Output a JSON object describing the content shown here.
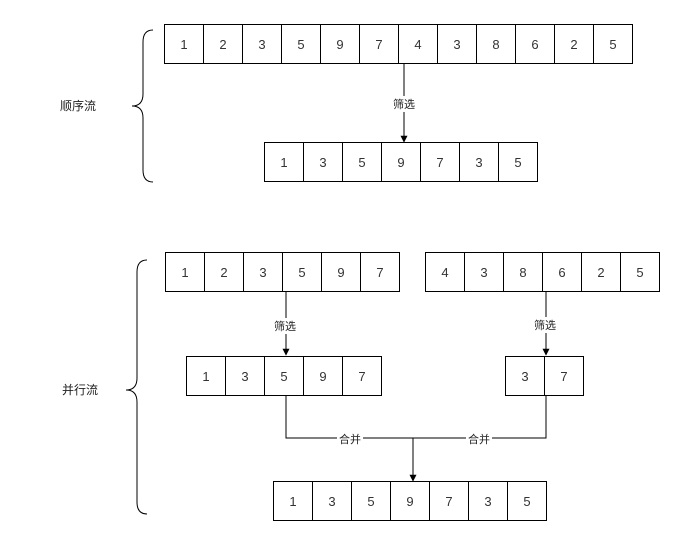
{
  "sequential": {
    "label": "顺序流",
    "source": [
      "1",
      "2",
      "3",
      "5",
      "9",
      "7",
      "4",
      "3",
      "8",
      "6",
      "2",
      "5"
    ],
    "filter_label": "筛选",
    "result": [
      "1",
      "3",
      "5",
      "9",
      "7",
      "3",
      "5"
    ]
  },
  "parallel": {
    "label": "并行流",
    "left_chunk": [
      "1",
      "2",
      "3",
      "5",
      "9",
      "7"
    ],
    "right_chunk": [
      "4",
      "3",
      "8",
      "6",
      "2",
      "5"
    ],
    "left_filter_label": "筛选",
    "right_filter_label": "筛选",
    "left_filtered": [
      "1",
      "3",
      "5",
      "9",
      "7"
    ],
    "right_filtered": [
      "3",
      "7"
    ],
    "left_merge_label": "合并",
    "right_merge_label": "合并",
    "merged": [
      "1",
      "3",
      "5",
      "9",
      "7",
      "3",
      "5"
    ]
  }
}
